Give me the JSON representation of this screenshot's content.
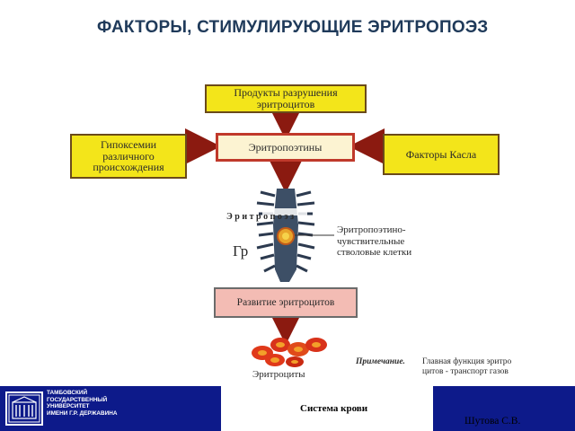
{
  "title": "ФАКТОРЫ, СТИМУЛИРУЮЩИЕ ЭРИТРОПОЭЗ",
  "diagram": {
    "top_box": "Продукты разрушения\nэритроцитов",
    "left_box": "Гипоксемии\nразличного\nпроисхождения",
    "center_box": "Эритропоэтины",
    "right_box": "Факторы Касла",
    "erythropoiesis_label": "Э р и т р о п о э з",
    "gr_label": "Гр",
    "stem_cells_label": "Эритропоэтино-\nчувствительные\nстволовые клетки",
    "development_box": "Развитие эритроцитов",
    "erythrocytes_label": "Эритроциты",
    "note_label": "Примечание.",
    "note_text": "Главная функция эритро\nцитов - транспорт газов"
  },
  "footer": {
    "university": "ТАМБОВСКИЙ\nГОСУДАРСТВЕННЫЙ\nУНИВЕРСИТЕТ\nИМЕНИ Г.Р. ДЕРЖАВИНА",
    "topic": "Система крови",
    "author": "Шутова С.В."
  },
  "colors": {
    "title": "#1f3a5a",
    "box_fill": "#f3e51a",
    "box_border": "#6b4a1a",
    "arrow": "#8b1a10",
    "center_border": "#c0392b",
    "development_fill": "#f3bcb4",
    "footer_bg": "#0d1a8a"
  }
}
